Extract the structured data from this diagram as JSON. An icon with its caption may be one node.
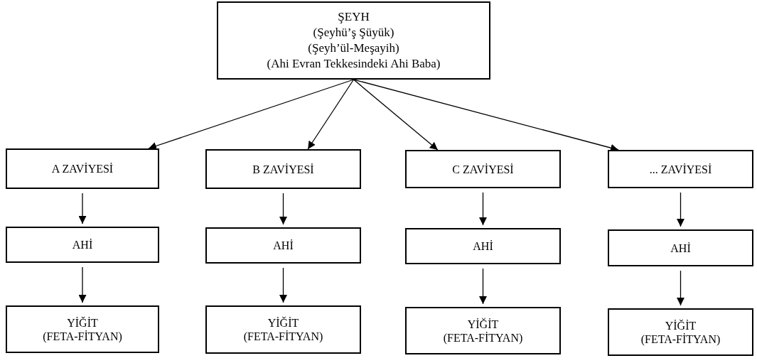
{
  "diagram": {
    "nodes": [
      {
        "text": [
          "ŞEYH",
          "(Şeyhü’ş Şüyük)",
          "(Şeyh’ül-Meşayih)",
          "(Ahi Evran Tekkesindeki Ahi Baba)"
        ]
      },
      {
        "text": [
          "A ZAVİYESİ"
        ]
      },
      {
        "text": [
          "B ZAVİYESİ"
        ]
      },
      {
        "text": [
          "C ZAVİYESİ"
        ]
      },
      {
        "text": [
          "... ZAVİYESİ"
        ]
      },
      {
        "text": [
          "AHİ"
        ]
      },
      {
        "text": [
          "AHİ"
        ]
      },
      {
        "text": [
          "AHİ"
        ]
      },
      {
        "text": [
          "AHİ"
        ]
      },
      {
        "text": [
          "YİĞİT",
          "(FETA-FİTYAN)"
        ]
      },
      {
        "text": [
          "YİĞİT",
          "(FETA-FİTYAN)"
        ]
      },
      {
        "text": [
          "YİĞİT",
          "(FETA-FİTYAN)"
        ]
      },
      {
        "text": [
          "YİĞİT",
          "(FETA-FİTYAN)"
        ]
      }
    ],
    "edges": [
      {
        "from": 0,
        "to": 1,
        "arrow": "to"
      },
      {
        "from": 0,
        "to": 2,
        "arrow": "to"
      },
      {
        "from": 0,
        "to": 3,
        "arrow": "to"
      },
      {
        "from": 0,
        "to": 4,
        "arrow": "to"
      },
      {
        "from": 1,
        "to": 5,
        "arrow": "to"
      },
      {
        "from": 2,
        "to": 6,
        "arrow": "to"
      },
      {
        "from": 3,
        "to": 7,
        "arrow": "to"
      },
      {
        "from": 4,
        "to": 8,
        "arrow": "to"
      },
      {
        "from": 5,
        "to": 9,
        "arrow": "to"
      },
      {
        "from": 6,
        "to": 10,
        "arrow": "to"
      },
      {
        "from": 7,
        "to": 11,
        "arrow": "to"
      },
      {
        "from": 8,
        "to": 12,
        "arrow": "to"
      }
    ]
  }
}
